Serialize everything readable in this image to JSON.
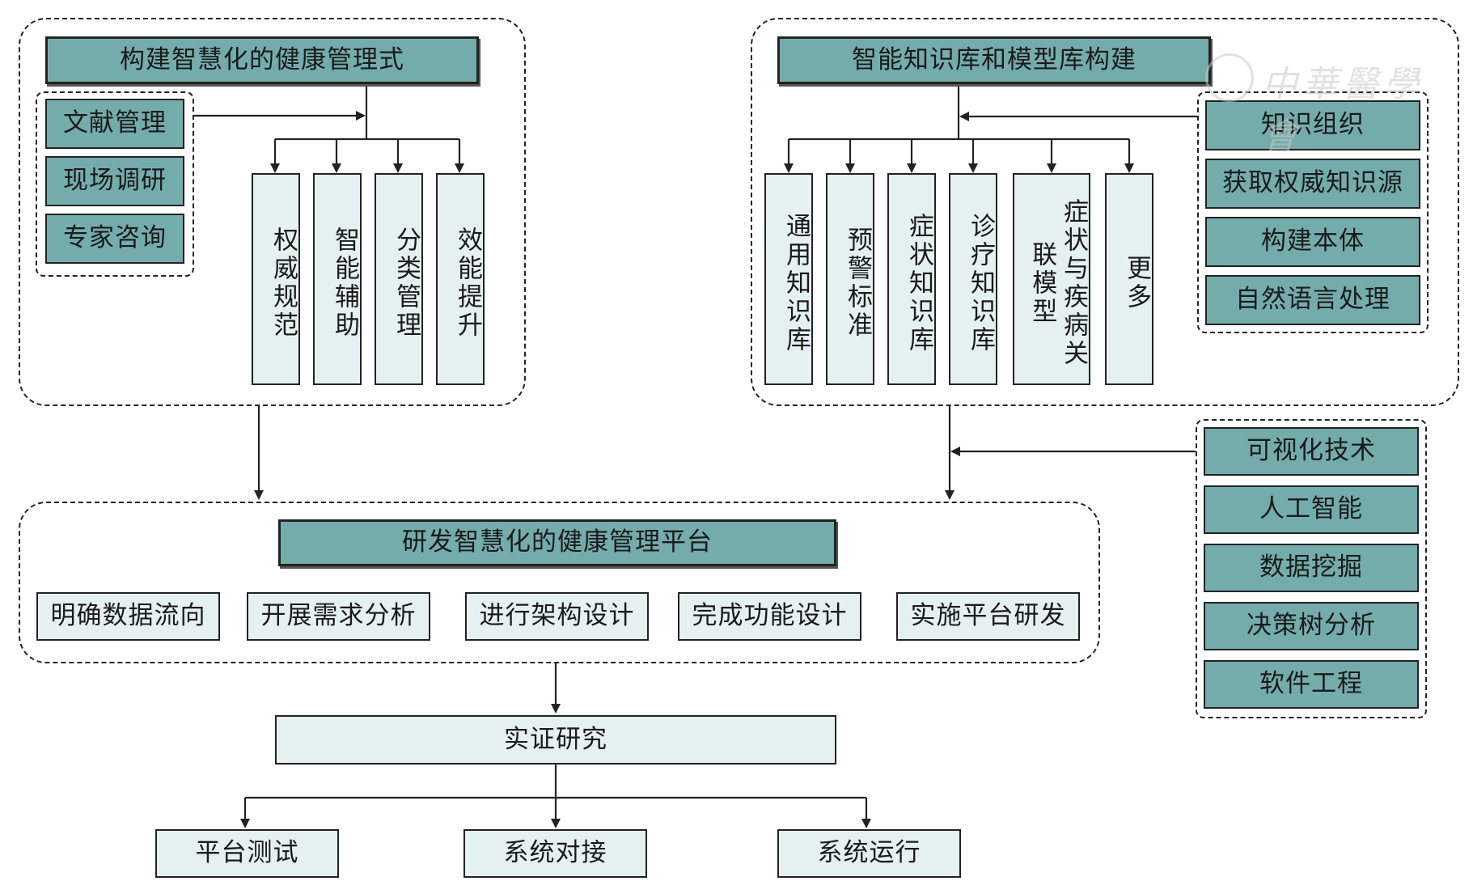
{
  "left_group": {
    "title": "构建智慧化的健康管理式",
    "inputs": [
      "文献管理",
      "现场调研",
      "专家咨询"
    ],
    "outputs": [
      "权威规范",
      "智能辅助",
      "分类管理",
      "效能提升"
    ]
  },
  "right_group": {
    "title": "智能知识库和模型库构建",
    "outputs": [
      "通用知识库",
      "预警标准",
      "症状知识库",
      "诊疗知识库",
      "症状与疾病关联模型",
      "更多"
    ],
    "inputs": [
      "知识组织",
      "获取权威知识源",
      "构建本体",
      "自然语言处理"
    ]
  },
  "tech_group": {
    "items": [
      "可视化技术",
      "人工智能",
      "数据挖掘",
      "决策树分析",
      "软件工程"
    ]
  },
  "platform_group": {
    "title": "研发智慧化的健康管理平台",
    "steps": [
      "明确数据流向",
      "开展需求分析",
      "进行架构设计",
      "完成功能设计",
      "实施平台研发"
    ]
  },
  "empirical": {
    "title": "实证研究",
    "outputs": [
      "平台测试",
      "系统对接",
      "系统运行"
    ]
  },
  "watermark": {
    "text": "中華醫學會"
  },
  "colors": {
    "dark_box": "#73acab",
    "light_box": "#e5f1f0",
    "line": "#222222"
  }
}
